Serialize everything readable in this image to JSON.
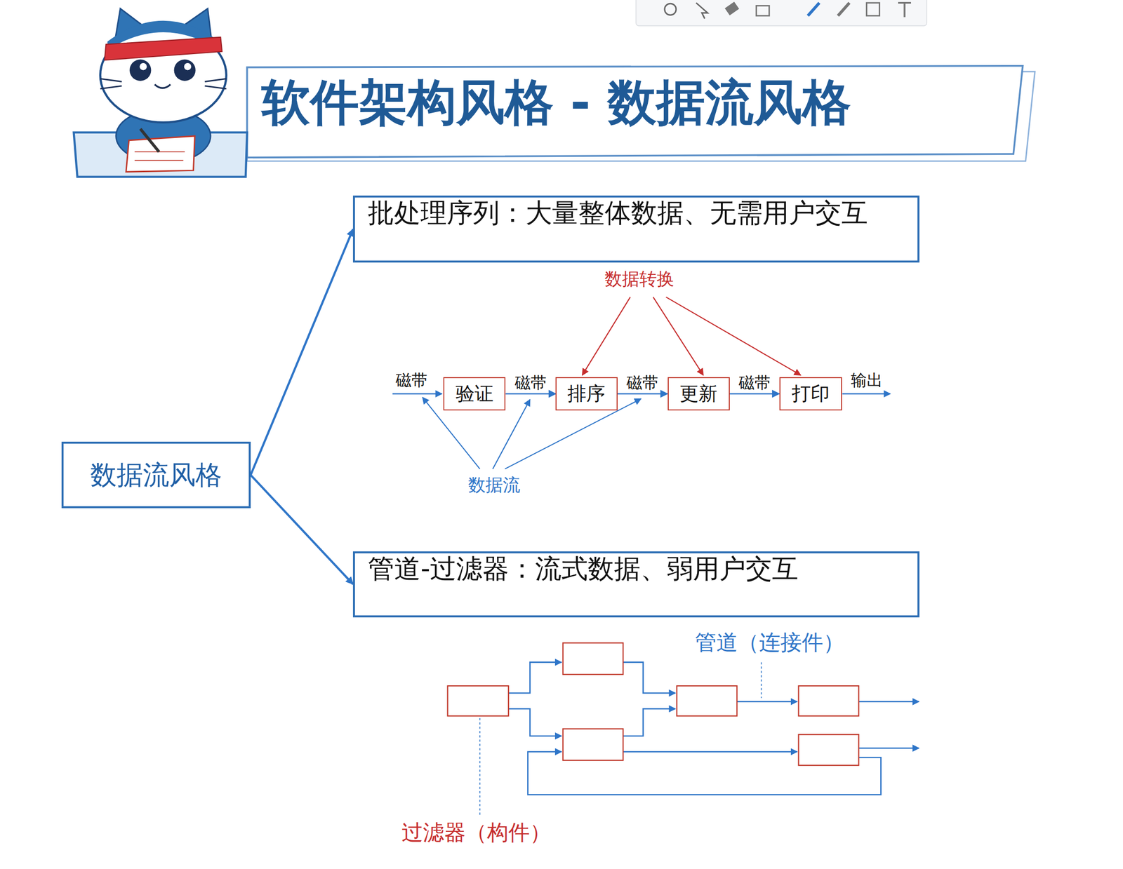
{
  "diagram": {
    "title": "软件架构风格 - 数据流风格",
    "nodes": [
      {
        "text": [
          "数据流风格"
        ]
      },
      {
        "text": [
          "批处理序列：大量整体数据、无需用户交互"
        ]
      },
      {
        "text": [
          "管道-过滤器：流式数据、弱用户交互"
        ]
      },
      {
        "text": [
          "验证"
        ]
      },
      {
        "text": [
          "排序"
        ]
      },
      {
        "text": [
          "更新"
        ]
      },
      {
        "text": [
          "打印"
        ]
      }
    ],
    "edges": [
      {
        "from": 0,
        "to": 1,
        "arrow": "to"
      },
      {
        "from": 0,
        "to": 2,
        "arrow": "to"
      },
      {
        "from": 3,
        "to": 4,
        "arrow": "to",
        "label": "磁带"
      },
      {
        "from": 4,
        "to": 5,
        "arrow": "to",
        "label": "磁带"
      },
      {
        "from": 5,
        "to": 6,
        "arrow": "to",
        "label": "磁带"
      }
    ],
    "labels": [
      "磁带",
      "输出",
      "数据转换",
      "数据流",
      "管道（连接件）",
      "过滤器（构件）"
    ]
  }
}
